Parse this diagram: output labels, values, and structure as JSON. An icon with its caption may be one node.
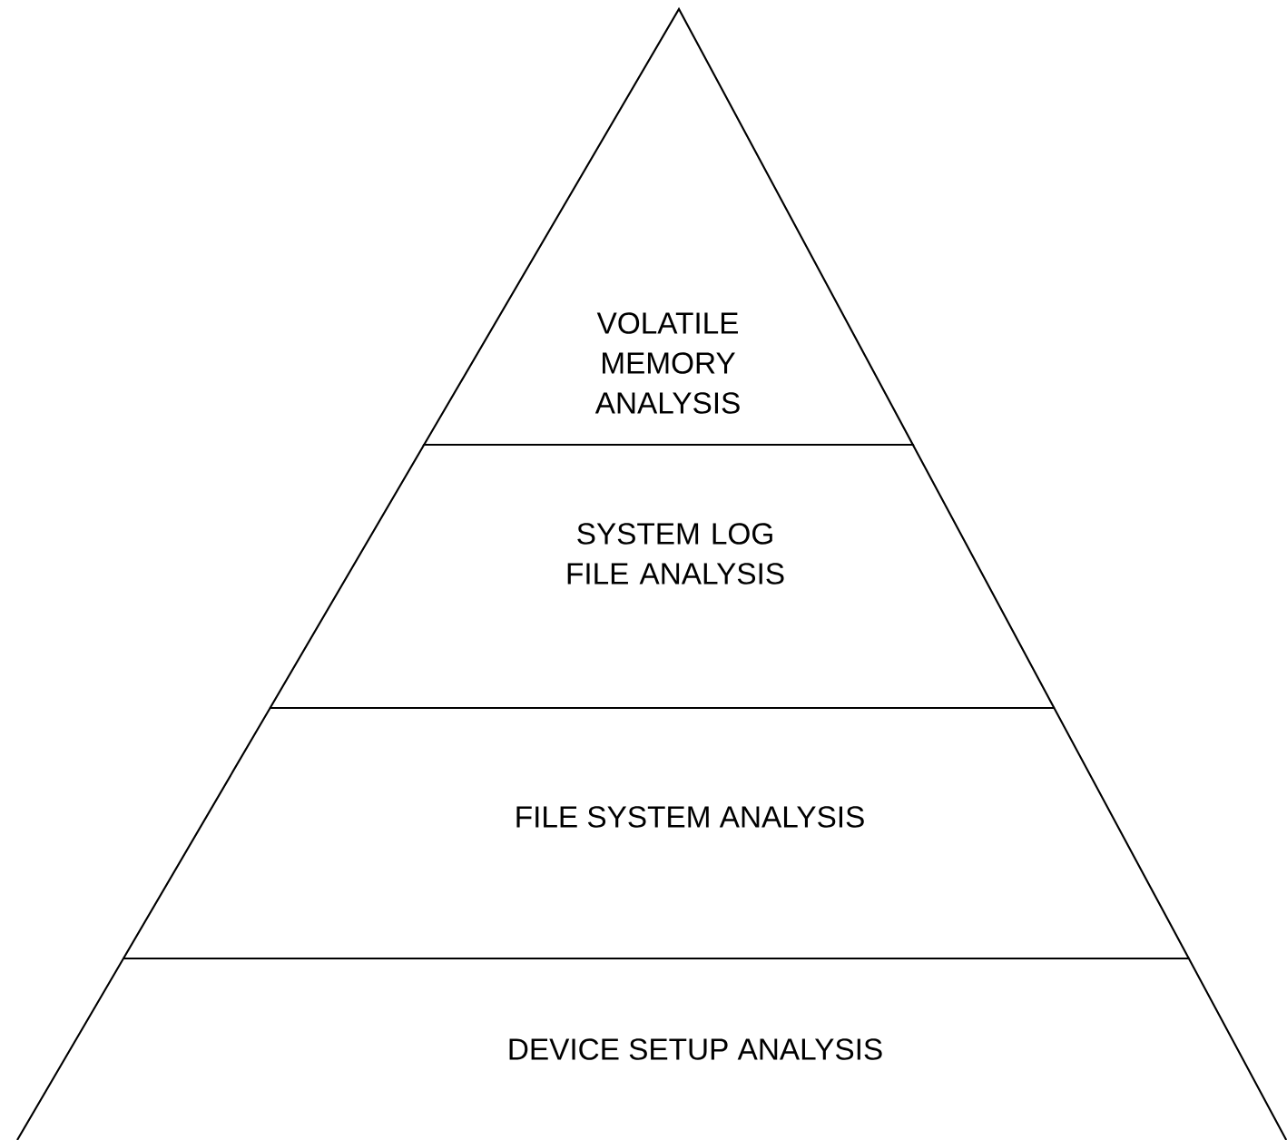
{
  "diagram": {
    "nodes": [
      {
        "text": [
          "VOLATILE MEMORY ANALYSIS"
        ]
      },
      {
        "text": [
          "SYSTEM LOG FILE ANALYSIS"
        ]
      },
      {
        "text": [
          "FILE SYSTEM ANALYSIS"
        ]
      },
      {
        "text": [
          "DEVICE SETUP ANALYSIS"
        ]
      }
    ]
  }
}
